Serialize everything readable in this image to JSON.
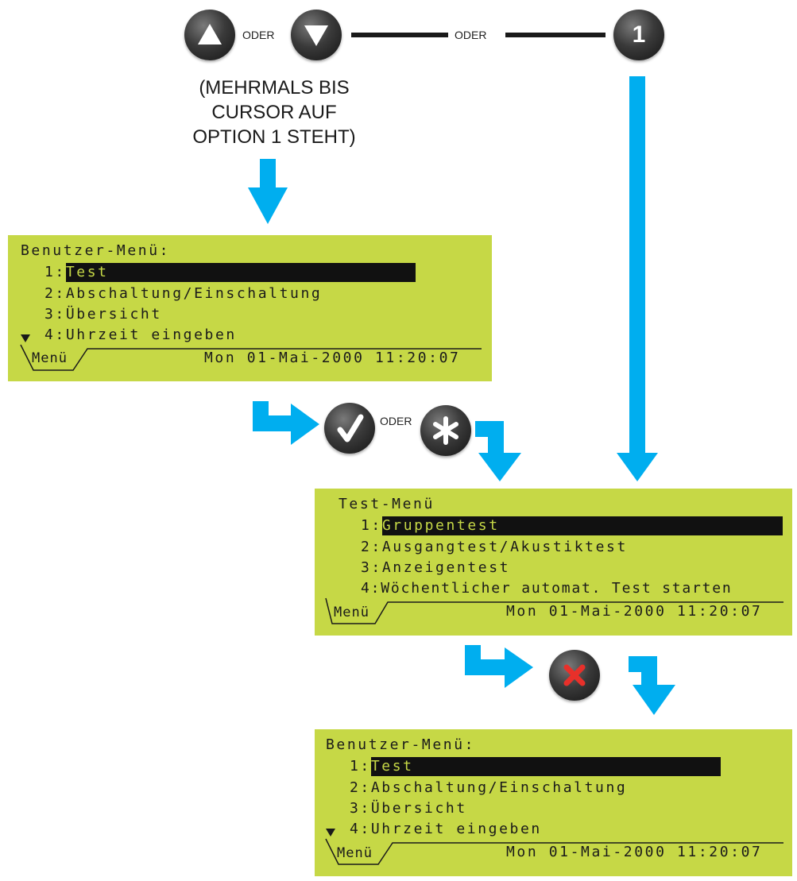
{
  "top": {
    "button_up": "up-arrow",
    "button_down": "down-arrow",
    "button_one": "1",
    "oder_1": "ODER",
    "oder_2": "ODER",
    "note_line_1": "(MEHRMALS BIS",
    "note_line_2": "CURSOR AUF",
    "note_line_3": "OPTION 1 STEHT)"
  },
  "middle": {
    "oder": "ODER",
    "button_check": "check",
    "button_star": "asterisk",
    "button_cancel": "cross"
  },
  "panel_user_menu_1": {
    "title": "Benutzer-Menü:",
    "items": [
      {
        "num": "1:",
        "label": "Test"
      },
      {
        "num": "2:",
        "label": "Abschaltung/Einschaltung"
      },
      {
        "num": "3:",
        "label": "Übersicht"
      },
      {
        "num": "4:",
        "label": "Uhrzeit eingeben"
      }
    ],
    "menu_label": "Menü",
    "datetime": "Mon 01-Mai-2000 11:20:07"
  },
  "panel_test_menu": {
    "title": "Test-Menü",
    "items": [
      {
        "num": "1:",
        "label": "Gruppentest"
      },
      {
        "num": "2:",
        "label": "Ausgangtest/Akustiktest"
      },
      {
        "num": "3:",
        "label": "Anzeigentest"
      },
      {
        "num": "4:",
        "label": "Wöchentlicher automat. Test starten"
      }
    ],
    "menu_label": "Menü",
    "datetime": "Mon 01-Mai-2000 11:20:07"
  },
  "panel_user_menu_2": {
    "title": "Benutzer-Menü:",
    "items": [
      {
        "num": "1:",
        "label": "Test"
      },
      {
        "num": "2:",
        "label": "Abschaltung/Einschaltung"
      },
      {
        "num": "3:",
        "label": "Übersicht"
      },
      {
        "num": "4:",
        "label": "Uhrzeit eingeben"
      }
    ],
    "menu_label": "Menü",
    "datetime": "Mon 01-Mai-2000 11:20:07"
  },
  "colors": {
    "arrow": "#00aeef",
    "lcd": "#c6d846",
    "cancel": "#e8302a"
  }
}
